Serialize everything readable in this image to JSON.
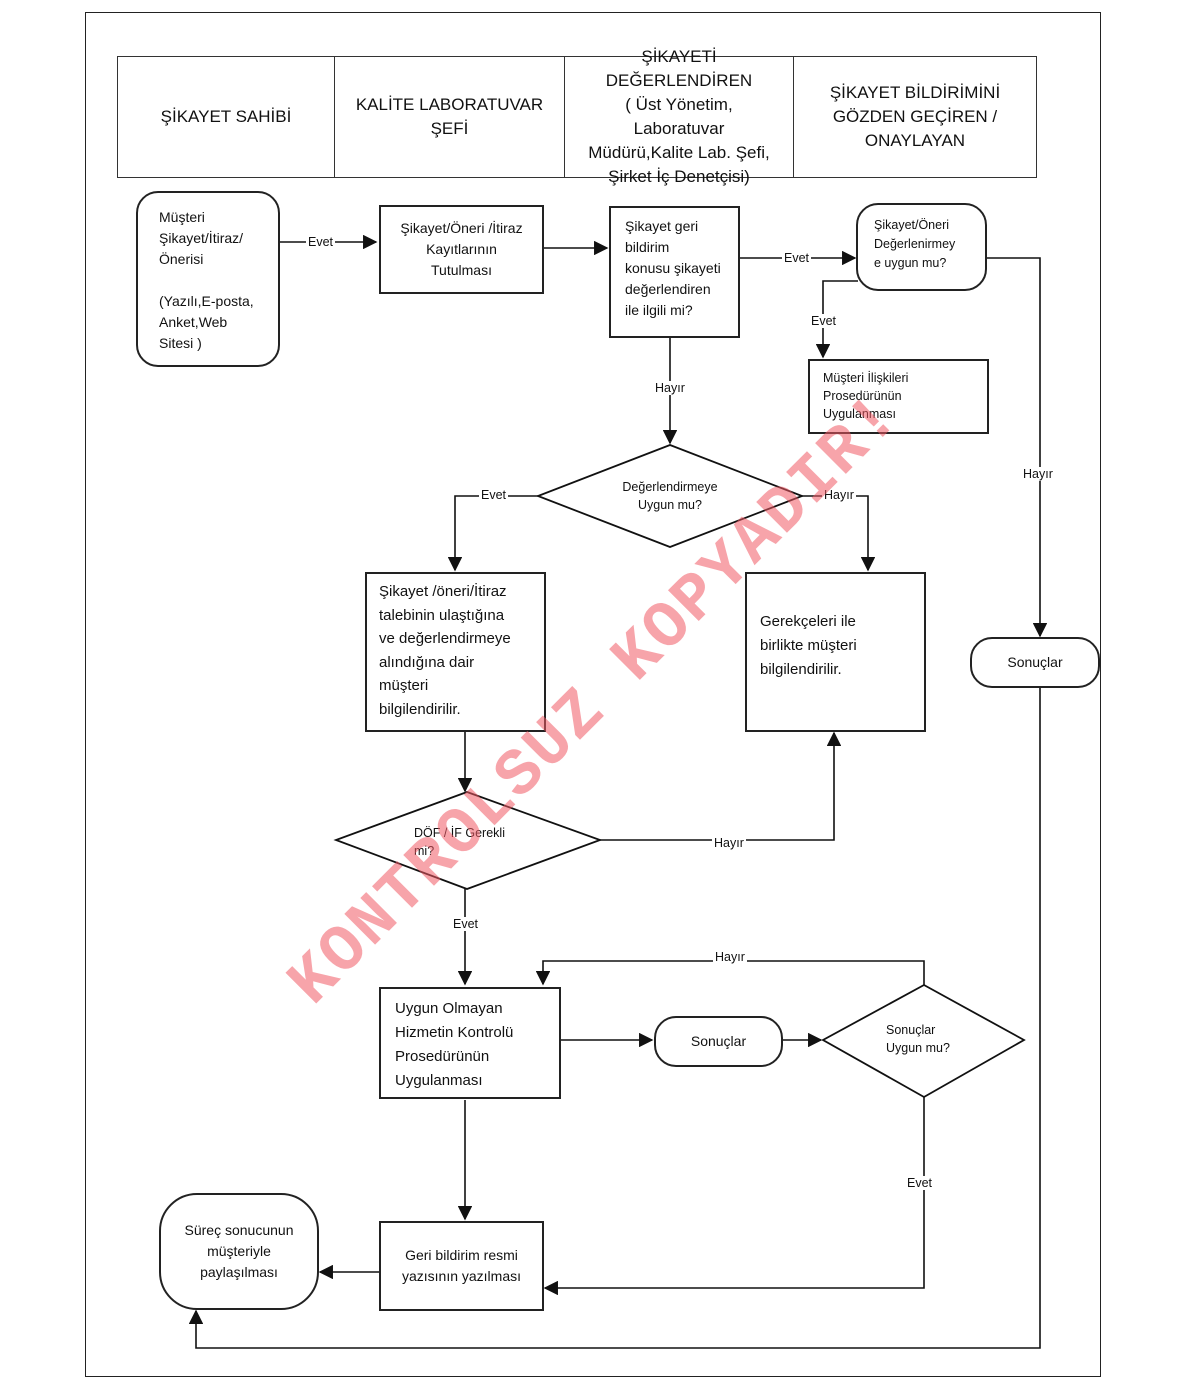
{
  "header": {
    "col1": "ŞİKAYET SAHİBİ",
    "col2": "KALİTE LABORATUVAR\nŞEFİ",
    "col3": "ŞİKAYETİ DEĞERLENDİREN\n( Üst Yönetim,\nLaboratuvar\nMüdürü,Kalite Lab. Şefi,\nŞirket İç Denetçisi)",
    "col4": "ŞİKAYET BİLDİRİMİNİ\nGÖZDEN GEÇİREN /\nONAYLAYAN"
  },
  "nodes": {
    "customer_complaint": "Müşteri\nŞikayet/İtiraz/\nÖnerisi\n\n(Yazılı,E-posta,\nAnket,Web\nSitesi )",
    "record_keeping": "Şikayet/Öneri /İtiraz\nKayıtlarının\nTutulması",
    "related_check": "Şikayet geri\nbildirim\nkonusu şikayeti\ndeğerlendiren\nile ilgili mi?",
    "suitable_check": "Şikayet/Öneri\nDeğerlenirmey\ne uygun mu?",
    "customer_relations": "Müşteri İlişkileri\nProsedürünün\nUygulanması",
    "evaluation_decision": "Değerlendirmeye\nUygun mu?",
    "inform_received": "Şikayet /öneri/İtiraz\ntalebinin ulaştığına\nve değerlendirmeye\nalındığına dair\nmüşteri\nbilgilendirilir.",
    "inform_reasons": "Gerekçeleri ile\nbirlikte müşteri\nbilgilendirilir.",
    "results_right": "Sonuçlar",
    "dof_decision": "DÖF / İF Gerekli\nmi?",
    "nonconforming": "Uygun Olmayan\nHizmetin Kontrolü\nProsedürünün\nUygulanması",
    "results_mid": "Sonuçlar",
    "results_ok": "Sonuçlar\nUygun mu?",
    "feedback_letter": "Geri bildirim resmi\nyazısının yazılması",
    "share_result": "Süreç sonucunun\nmüşteriyle\npaylaşılması"
  },
  "labels": {
    "evet_1": "Evet",
    "evet_2": "Evet",
    "evet_3": "Evet",
    "hayir_1": "Hayır",
    "evet_4": "Evet",
    "hayir_2": "Hayır",
    "hayir_3": "Hayır",
    "hayir_4": "Hayır",
    "evet_5": "Evet",
    "hayir_5": "Hayır",
    "evet_6": "Evet"
  },
  "watermark": "KONTROLSUZ KOPYADIR!",
  "colors": {
    "watermark": "#f05a64",
    "line": "#111111"
  }
}
